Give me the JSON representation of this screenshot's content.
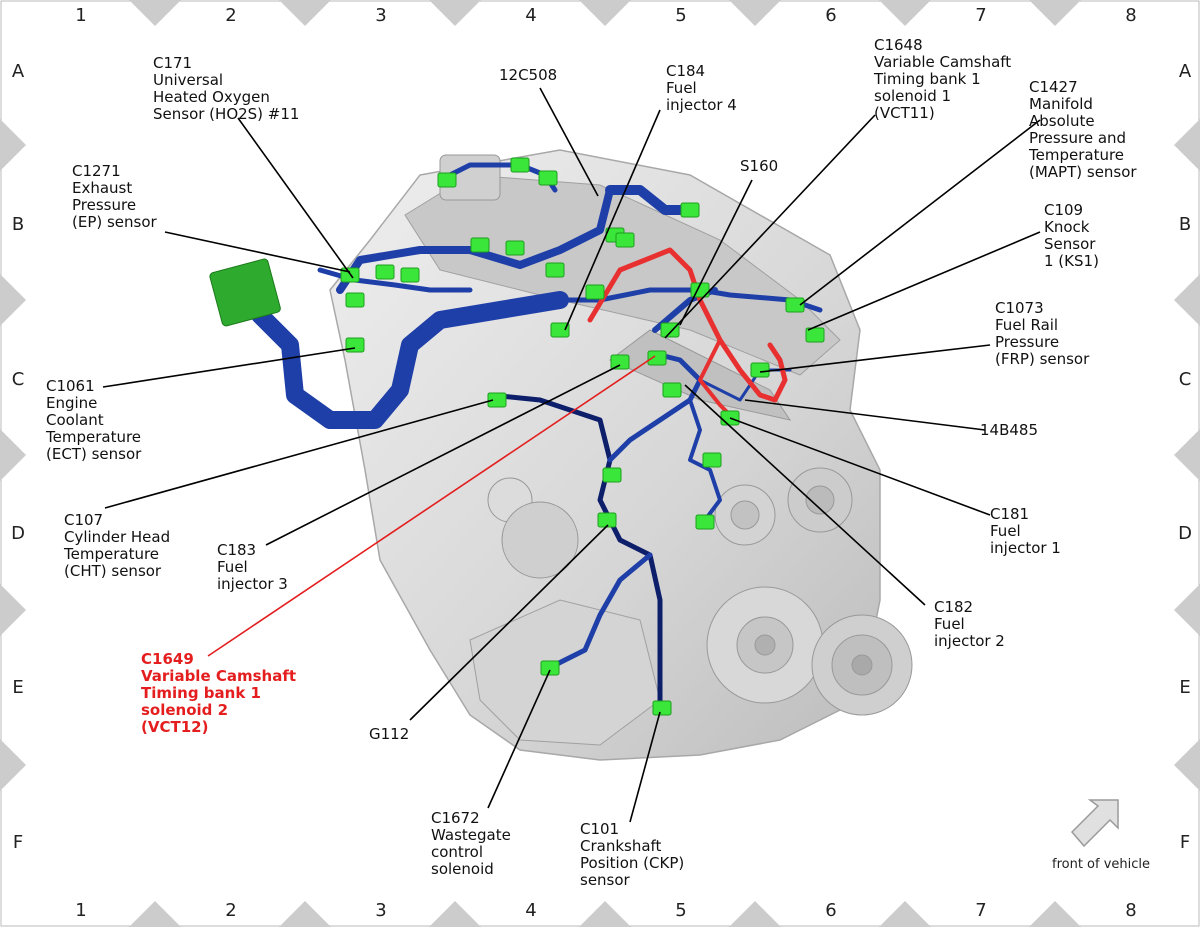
{
  "grid": {
    "columns": [
      "1",
      "2",
      "3",
      "4",
      "5",
      "6",
      "7",
      "8"
    ],
    "rows": [
      "A",
      "B",
      "C",
      "D",
      "E",
      "F"
    ]
  },
  "labels": {
    "c171": [
      "C171",
      "Universal",
      "Heated Oxygen",
      "Sensor (HO2S) #11"
    ],
    "c12c508": [
      "12C508"
    ],
    "c184": [
      "C184",
      "Fuel",
      "injector 4"
    ],
    "c1648": [
      "C1648",
      "Variable Camshaft",
      "Timing bank 1",
      "solenoid 1",
      "(VCT11)"
    ],
    "c1427": [
      "C1427",
      "Manifold",
      "Absolute",
      "Pressure and",
      "Temperature",
      "(MAPT) sensor"
    ],
    "c1271": [
      "C1271",
      "Exhaust",
      "Pressure",
      "(EP) sensor"
    ],
    "s160": [
      "S160"
    ],
    "c109": [
      "C109",
      "Knock",
      "Sensor",
      "1 (KS1)"
    ],
    "c1073": [
      "C1073",
      "Fuel Rail",
      "Pressure",
      "(FRP) sensor"
    ],
    "c1061": [
      "C1061",
      "Engine",
      "Coolant",
      "Temperature",
      "(ECT) sensor"
    ],
    "c14b485": [
      "14B485"
    ],
    "c107": [
      "C107",
      "Cylinder Head",
      "Temperature",
      "(CHT) sensor"
    ],
    "c183": [
      "C183",
      "Fuel",
      "injector 3"
    ],
    "c181": [
      "C181",
      "Fuel",
      "injector 1"
    ],
    "c182": [
      "C182",
      "Fuel",
      "injector 2"
    ],
    "c1649": [
      "C1649",
      "Variable Camshaft",
      "Timing bank 1",
      "solenoid 2",
      "(VCT12)"
    ],
    "g112": [
      "G112"
    ],
    "c1672": [
      "C1672",
      "Wastegate",
      "control",
      "solenoid"
    ],
    "c101": [
      "C101",
      "Crankshaft",
      "Position (CKP)",
      "sensor"
    ]
  },
  "front_label": "front of vehicle",
  "colors": {
    "engine": "#d9d9d9",
    "harness": "#1f3fa8",
    "harness_dark": "#0d1f6b",
    "connector": "#39e639",
    "highlight": "#e41e1e",
    "border_marker": "#cccccc"
  }
}
